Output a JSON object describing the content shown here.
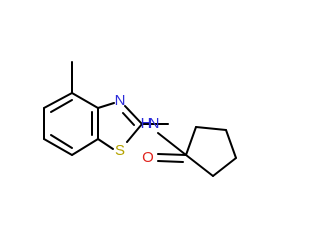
{
  "molecule": {
    "atoms": {
      "n_ring": {
        "symbol": "N",
        "color": "#2b2bd9"
      },
      "s_ring": {
        "symbol": "S",
        "color": "#b5a300"
      },
      "n_amide": {
        "symbol": "N",
        "color": "#2b2bd9"
      },
      "h_amide": {
        "symbol": "H",
        "color": "#2b2bd9"
      },
      "o_carbonyl": {
        "symbol": "O",
        "color": "#e0251f"
      }
    },
    "bond_color": "#000000",
    "background": "#ffffff"
  }
}
